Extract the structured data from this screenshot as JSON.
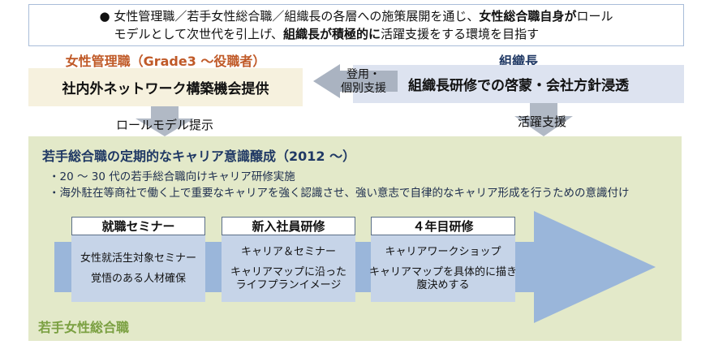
{
  "colors": {
    "accent_orange": "#c05a28",
    "accent_navy": "#1f3864",
    "accent_green_text": "#7ba042",
    "cream_box": "#f6f1de",
    "light_blue_box": "#dde3f0",
    "green_section": "#e3e9c9",
    "flow_arrow_blue": "#9ab6da",
    "program_body_blue": "#c6d4e8",
    "gray_arrow": "#b1b9c5",
    "goal_border": "#a9bdd9"
  },
  "goal_box": {
    "bullet": "●",
    "line1_pre": "女性管理職／若手女性総合職／組織長の各層への施策展開を通じ、",
    "line1_bold": "女性総合職自身が",
    "line1_post": "ロール",
    "line2_pre": "モデルとして次世代を引上げ、",
    "line2_bold": "組織長が積極的に",
    "line2_post": "活躍支援をする環境を目指す"
  },
  "female_managers": {
    "heading": "女性管理職（Grade3 ～役職者）",
    "box_label": "社内外ネットワーク構築機会提供",
    "down_arrow_label": "ロールモデル提示"
  },
  "org_leaders": {
    "heading": "組織長",
    "box_label": "組織長研修での啓蒙・会社方針浸透",
    "down_arrow_label": "活躍支援"
  },
  "promotion_arrow": {
    "label_line1": "登用・",
    "label_line2": "個別支援"
  },
  "career_section": {
    "title": "若手総合職の定期的なキャリア意識醸成（2012 ～）",
    "bullets": [
      "・20 ～ 30 代の若手総合職向けキャリア研修実施",
      "・海外駐在等商社で働く上で重要なキャリアを強く認識させ、強い意志で自律的なキャリア形成を行うための意識付け"
    ],
    "programs": [
      {
        "title": "就職セミナー",
        "paragraphs": [
          [
            "女性就活生対象セミナー"
          ],
          [
            "覚悟のある人材確保"
          ]
        ]
      },
      {
        "title": "新入社員研修",
        "paragraphs": [
          [
            "キャリア＆セミナー"
          ],
          [
            "キャリアマップに沿った",
            "ライフプランイメージ"
          ]
        ]
      },
      {
        "title": "４年目研修",
        "paragraphs": [
          [
            "キャリアワークショップ"
          ],
          [
            "キャリアマップを具体的に描き",
            "腹決めする"
          ]
        ]
      }
    ],
    "footer_label": "若手女性総合職"
  }
}
